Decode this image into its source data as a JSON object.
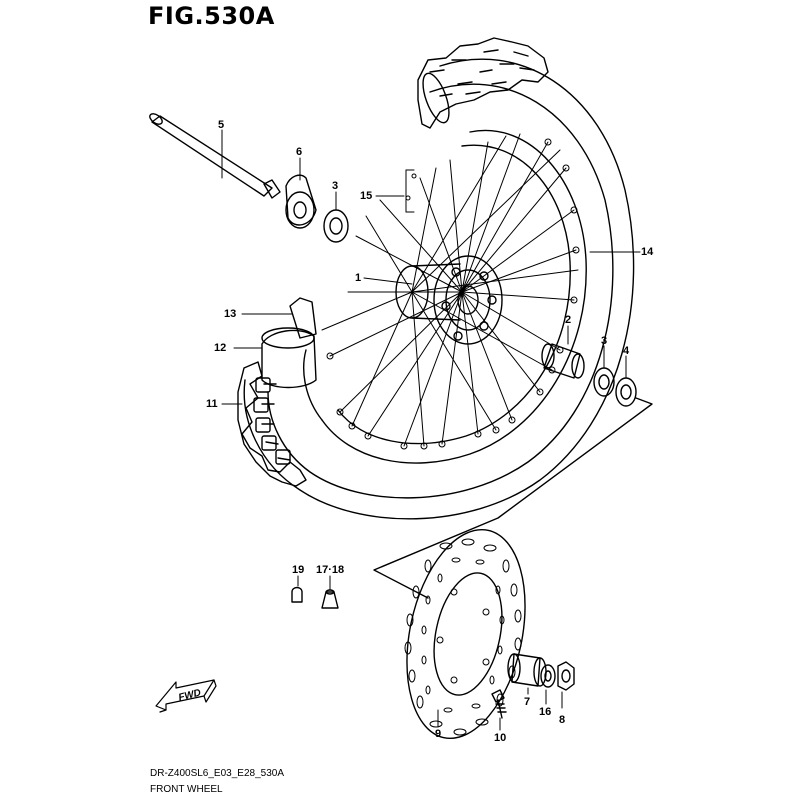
{
  "figure": {
    "title": "FIG.530A",
    "model_code": "DR-Z400SL6_E03_E28_530A",
    "section_name": "FRONT WHEEL"
  },
  "fwd_label": "FWD",
  "callouts": {
    "c1": "1",
    "c2": "2",
    "c3a": "3",
    "c3b": "3",
    "c4": "4",
    "c5": "5",
    "c6": "6",
    "c7": "7",
    "c8": "8",
    "c9": "9",
    "c10": "10",
    "c11": "11",
    "c12": "12",
    "c13": "13",
    "c14": "14",
    "c15": "15",
    "c16": "16",
    "c17_18": "17·18",
    "c19": "19"
  },
  "icons": [
    "fwd-arrow-icon"
  ],
  "colors": {
    "line": "#000000",
    "background": "#ffffff"
  }
}
